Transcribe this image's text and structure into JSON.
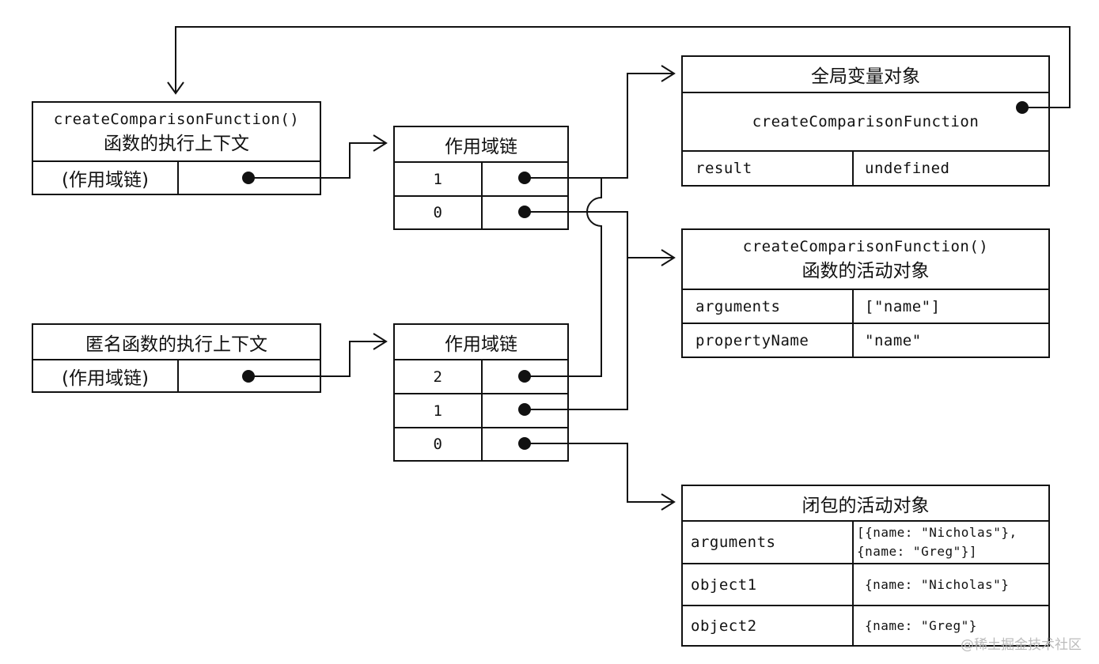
{
  "create_exec_context": {
    "title_line1": "createComparisonFunction()",
    "title_line2": "函数的执行上下文",
    "scope_chain_label": "(作用域链)"
  },
  "anon_exec_context": {
    "title": "匿名函数的执行上下文",
    "scope_chain_label": "(作用域链)"
  },
  "scope_chain_1": {
    "title": "作用域链",
    "rows": [
      "1",
      "0"
    ]
  },
  "scope_chain_2": {
    "title": "作用域链",
    "rows": [
      "2",
      "1",
      "0"
    ]
  },
  "global_object": {
    "title": "全局变量对象",
    "function_name": "createComparisonFunction",
    "rows": [
      {
        "name": "result",
        "value": "undefined"
      }
    ]
  },
  "create_activation": {
    "title_line1": "createComparisonFunction()",
    "title_line2": "函数的活动对象",
    "rows": [
      {
        "name": "arguments",
        "value": "[\"name\"]"
      },
      {
        "name": "propertyName",
        "value": "\"name\""
      }
    ]
  },
  "closure_activation": {
    "title": "闭包的活动对象",
    "rows": [
      {
        "name": "arguments",
        "value_line1": "[{name: \"Nicholas\"},",
        "value_line2": "{name: \"Greg\"}]"
      },
      {
        "name": "object1",
        "value": "{name: \"Nicholas\"}"
      },
      {
        "name": "object2",
        "value": "{name: \"Greg\"}"
      }
    ]
  },
  "watermark": "@稀土掘金技术社区"
}
